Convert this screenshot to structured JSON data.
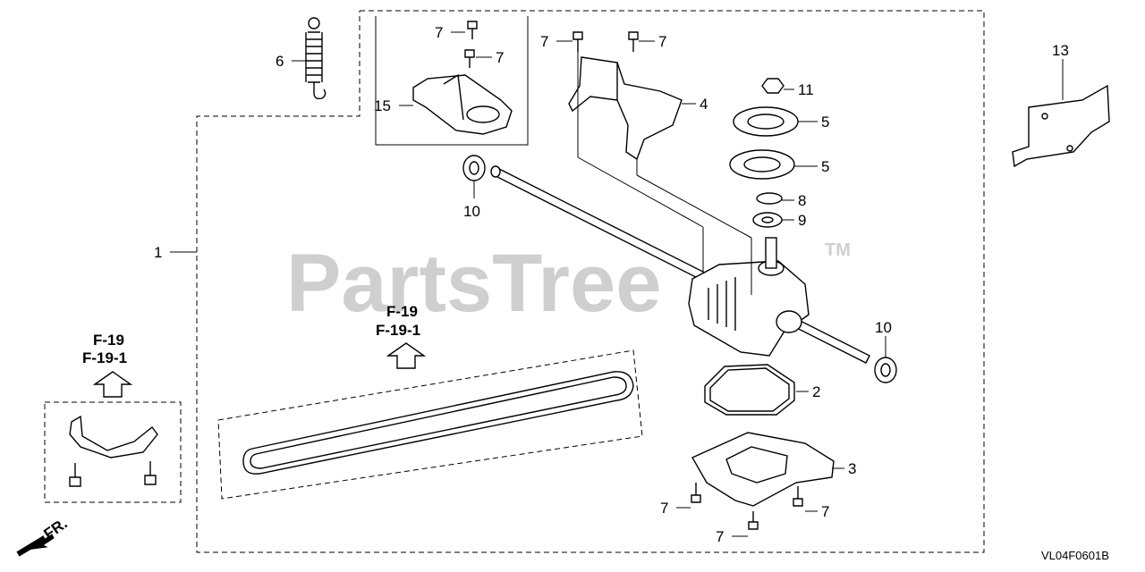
{
  "watermark": {
    "text": "PartsTree",
    "trademark": "TM"
  },
  "diagram_code": "VL04F0601B",
  "direction_label": "FR.",
  "refs": [
    {
      "line1": "F-19",
      "line2": "F-19-1"
    },
    {
      "line1": "F-19",
      "line2": "F-19-1"
    }
  ],
  "callouts": {
    "c1": "1",
    "c2": "2",
    "c3": "3",
    "c4": "4",
    "c5a": "5",
    "c5b": "5",
    "c6": "6",
    "c7a": "7",
    "c7b": "7",
    "c7c": "7",
    "c7d": "7",
    "c7e": "7",
    "c7f": "7",
    "c7g": "7",
    "c8": "8",
    "c9": "9",
    "c10a": "10",
    "c10b": "10",
    "c11": "11",
    "c13": "13",
    "c15": "15"
  }
}
